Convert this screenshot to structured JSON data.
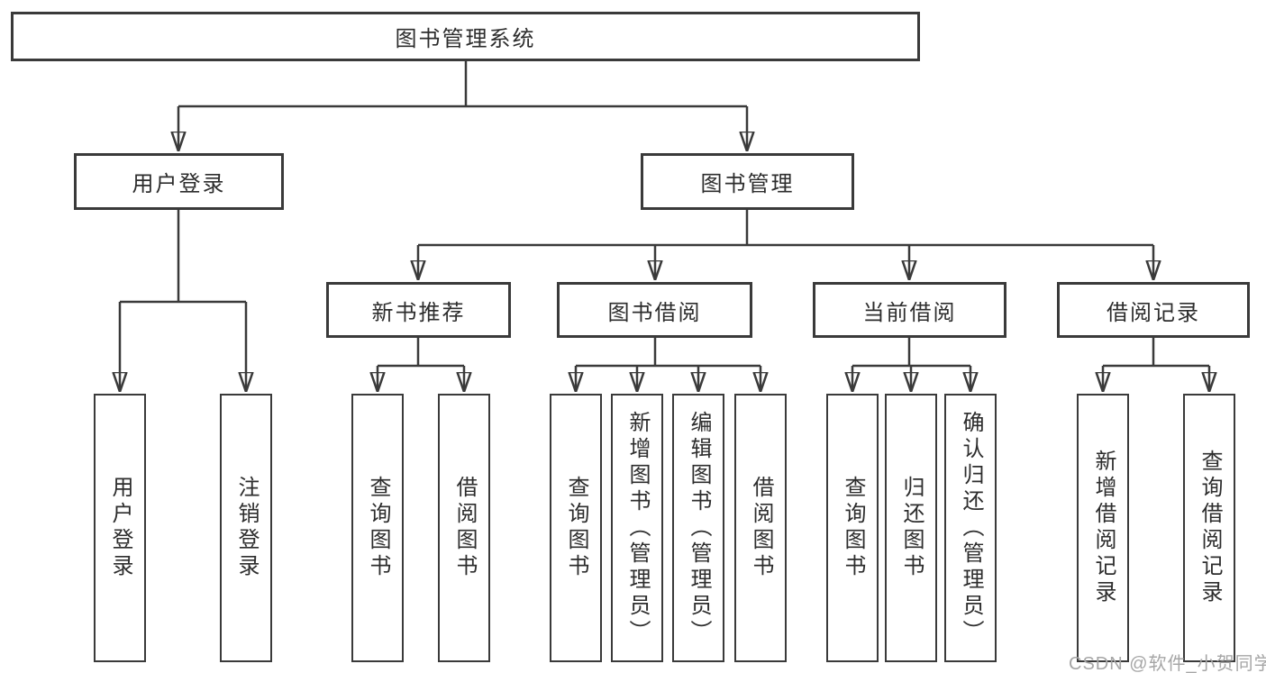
{
  "diagram_title": "图书管理系统",
  "nodes": {
    "root": {
      "label": "图书管理系统"
    },
    "user_login": {
      "label": "用户登录"
    },
    "book_mgmt": {
      "label": "图书管理"
    },
    "new_book_rec": {
      "label": "新书推荐"
    },
    "book_borrow": {
      "label": "图书借阅"
    },
    "current_borrow": {
      "label": "当前借阅"
    },
    "borrow_records": {
      "label": "借阅记录"
    },
    "ul_user_login": {
      "label": "用户登录"
    },
    "ul_logout": {
      "label": "注销登录"
    },
    "nr_query_book": {
      "label": "查询图书"
    },
    "nr_borrow_book": {
      "label": "借阅图书"
    },
    "bb_query_book": {
      "label": "查询图书"
    },
    "bb_add_book": {
      "label": "新增图书（管理员）"
    },
    "bb_edit_book": {
      "label": "编辑图书（管理员）"
    },
    "bb_borrow_book": {
      "label": "借阅图书"
    },
    "cb_query_book": {
      "label": "查询图书"
    },
    "cb_return_book": {
      "label": "归还图书"
    },
    "cb_confirm": {
      "label": "确认归还（管理员）"
    },
    "br_add_record": {
      "label": "新增借阅记录"
    },
    "br_query_record": {
      "label": "查询借阅记录"
    }
  },
  "hierarchy": {
    "label": "图书管理系统",
    "children": [
      {
        "label": "用户登录",
        "children": [
          {
            "label": "用户登录"
          },
          {
            "label": "注销登录"
          }
        ]
      },
      {
        "label": "图书管理",
        "children": [
          {
            "label": "新书推荐",
            "children": [
              {
                "label": "查询图书"
              },
              {
                "label": "借阅图书"
              }
            ]
          },
          {
            "label": "图书借阅",
            "children": [
              {
                "label": "查询图书"
              },
              {
                "label": "新增图书（管理员）"
              },
              {
                "label": "编辑图书（管理员）"
              },
              {
                "label": "借阅图书"
              }
            ]
          },
          {
            "label": "当前借阅",
            "children": [
              {
                "label": "查询图书"
              },
              {
                "label": "归还图书"
              },
              {
                "label": "确认归还（管理员）"
              }
            ]
          },
          {
            "label": "借阅记录",
            "children": [
              {
                "label": "新增借阅记录"
              },
              {
                "label": "查询借阅记录"
              }
            ]
          }
        ]
      }
    ]
  },
  "watermark": {
    "text": "CSDN @软件_小贺同学"
  },
  "colors": {
    "line": "#3a3a3a",
    "box_border": "#3a3a3a",
    "box_background": "#ffffff",
    "text": "#2d2d2d",
    "watermark": "#a6a6a6"
  }
}
